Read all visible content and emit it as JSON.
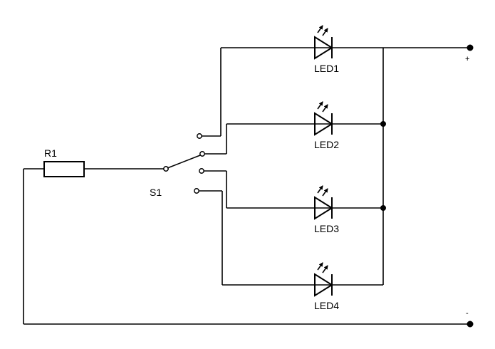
{
  "components": {
    "resistor": "R1",
    "switch": "S1",
    "leds": [
      "LED1",
      "LED2",
      "LED3",
      "LED4"
    ]
  },
  "terminals": {
    "positive": "+",
    "negative": "-"
  }
}
